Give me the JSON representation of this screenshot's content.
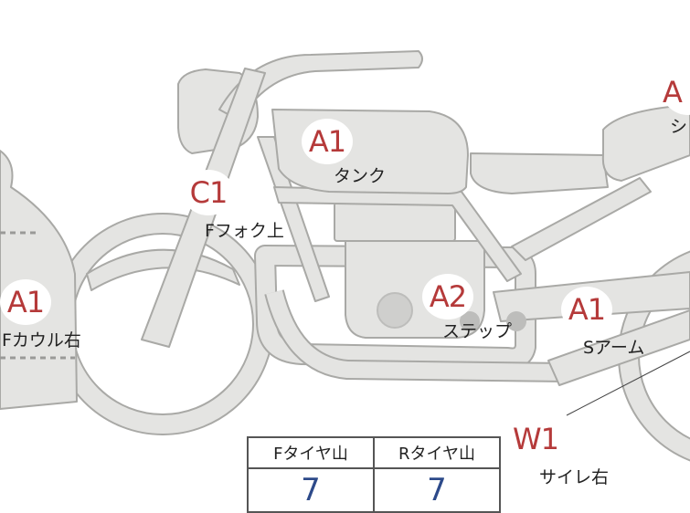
{
  "colors": {
    "part_fill": "#e4e4e2",
    "part_stroke": "#a9a9a6",
    "badge_text": "#b53a3a",
    "value_text": "#2d4a8a"
  },
  "parts": {
    "tank": {
      "code": "A1",
      "label": "タンク"
    },
    "ffork": {
      "code": "C1",
      "label": "Fフォク上"
    },
    "fcowl": {
      "code": "A1",
      "label": "Fカウル右"
    },
    "step": {
      "code": "A2",
      "label": "ステップ"
    },
    "sarm": {
      "code": "A1",
      "label": "Sアーム"
    },
    "muffler": {
      "code": "W1",
      "label": "サイレ右"
    },
    "seat": {
      "code": "A",
      "label": "シ"
    }
  },
  "tire_table": {
    "headers": [
      "Fタイヤ山",
      "Rタイヤ山"
    ],
    "values": [
      "7",
      "7"
    ]
  }
}
